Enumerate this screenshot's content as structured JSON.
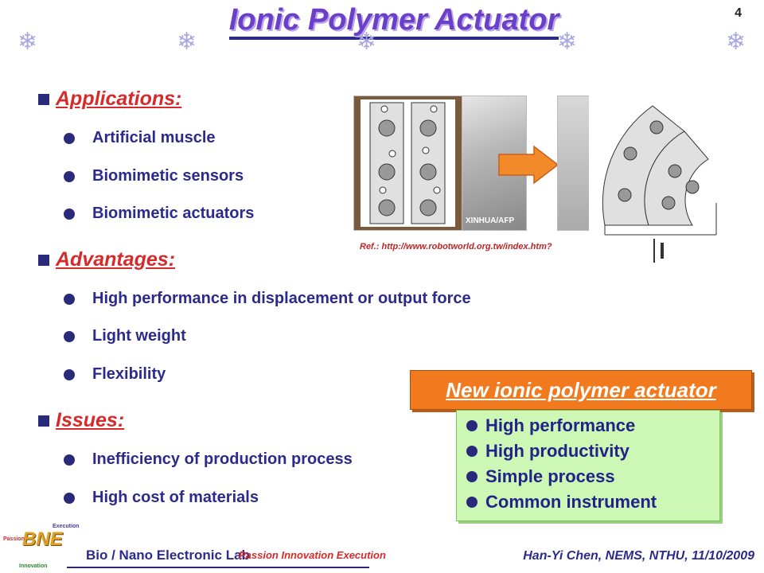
{
  "slide": {
    "title": "Ionic Polymer Actuator",
    "page_number": "4"
  },
  "sections": {
    "applications": {
      "heading": "Applications:",
      "items": [
        "Artificial muscle",
        "Biomimetic sensors",
        "Biomimetic actuators"
      ]
    },
    "advantages": {
      "heading": "Advantages:",
      "items": [
        "High performance in displacement or output force",
        "Light weight",
        "Flexibility"
      ]
    },
    "issues": {
      "heading": "Issues:",
      "items": [
        "Inefficiency of production process",
        "High cost of materials"
      ]
    }
  },
  "figure": {
    "ref": "Ref.: http://www.robotworld.org.tw/index.htm?",
    "photo_caption": "XINHUA/AFP"
  },
  "new_actuator": {
    "label": "New ionic polymer actuator",
    "items": [
      "High performance",
      "High productivity",
      "Simple process",
      "Common instrument"
    ]
  },
  "footer": {
    "logo_text": "BNE",
    "logo_words": [
      "Passion",
      "Execution",
      "Innovation"
    ],
    "lab_name": "Bio / Nano Electronic Lab",
    "tagline": "Passion Innovation Execution",
    "credit": "Han-Yi Chen, NEMS, NTHU, 11/10/2009"
  },
  "colors": {
    "title": "#6b3fc9",
    "section": "#d72a2a",
    "text": "#2c2a8c",
    "orange": "#f27a1e",
    "green": "#cdf7b4"
  }
}
